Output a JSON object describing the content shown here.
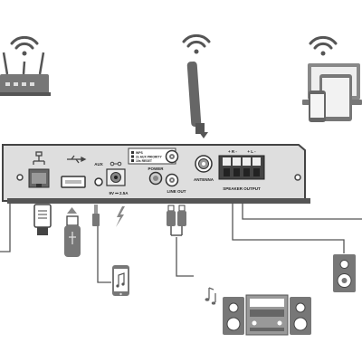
{
  "panel": {
    "aux_label": "AUX",
    "dc_label": "9V ⎓ 2.5A",
    "power_label": "POWER",
    "line_out_label": "LINE OUT",
    "antenna_label": "ANTENNA",
    "speaker_output_label": "SPEAKER OUTPUT",
    "speaker_r_label": "+ R -",
    "speaker_l_label": "+ L -",
    "info_box": [
      "WPS",
      "2s AUX PRIORITY",
      "10s RESET"
    ]
  },
  "icons": {
    "wifi_left": "wifi-icon",
    "wifi_center": "wifi-icon",
    "wifi_right": "wifi-icon",
    "router": "router-icon",
    "laptop": "laptop-icon",
    "tablet": "tablet-icon",
    "phone": "phone-icon",
    "usb_drive": "usb-drive-icon",
    "ethernet_plug": "ethernet-plug-icon",
    "aux_plug": "aux-plug-icon",
    "power_bolt": "lightning-bolt-icon",
    "rca_plugs": "rca-plugs-icon",
    "music_note": "music-note-icon",
    "stereo_system": "stereo-system-icon",
    "speaker": "speaker-icon"
  },
  "colors": {
    "line": "#555555",
    "panel": "#dedede",
    "dark": "#333333"
  }
}
